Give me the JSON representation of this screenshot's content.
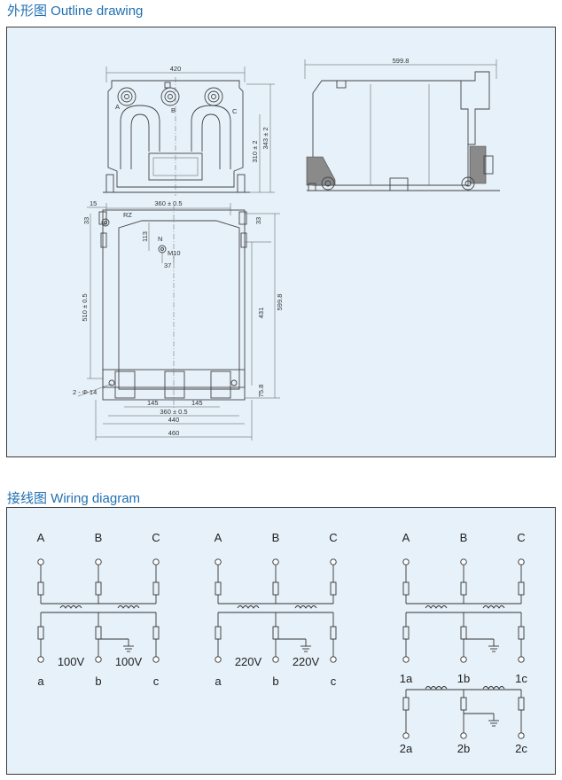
{
  "titles": {
    "outline": "外形图 Outline drawing",
    "wiring": "接线图 Wiring diagram"
  },
  "colors": {
    "title": "#1f6fb2",
    "panel_bg": "#e6f1f9",
    "panel_border": "#3c3c3c"
  },
  "outline": {
    "front": {
      "width": "420",
      "h1": "310 ± 2",
      "h2": "343 ± 2",
      "phases": [
        "A",
        "B",
        "C"
      ]
    },
    "side": {
      "length": "599.8"
    },
    "plan": {
      "top_width": "360 ± 0.5",
      "left_offset": "15",
      "top_offset": "33",
      "top_offset_right": "33",
      "rz": "RZ",
      "n_label": "N",
      "m10": "M10",
      "d113": "113",
      "d37": "37",
      "height_510": "510 ± 0.5",
      "height_431": "431",
      "height_599": "599.8",
      "d758": "75.8",
      "holes": "2 - Φ 14",
      "d145a": "145",
      "d145b": "145",
      "bottom_360": "360 ± 0.5",
      "d440": "440",
      "d460": "460"
    }
  },
  "wiring": {
    "diagrams": [
      {
        "top": [
          "A",
          "B",
          "C"
        ],
        "bottom": [
          "a",
          "b",
          "c"
        ],
        "v1": "100V",
        "v2": "100V"
      },
      {
        "top": [
          "A",
          "B",
          "C"
        ],
        "bottom": [
          "a",
          "b",
          "c"
        ],
        "v1": "220V",
        "v2": "220V"
      },
      {
        "top": [
          "A",
          "B",
          "C"
        ],
        "mid": [
          "1a",
          "1b",
          "1c"
        ],
        "bottom": [
          "2a",
          "2b",
          "2c"
        ]
      }
    ]
  }
}
